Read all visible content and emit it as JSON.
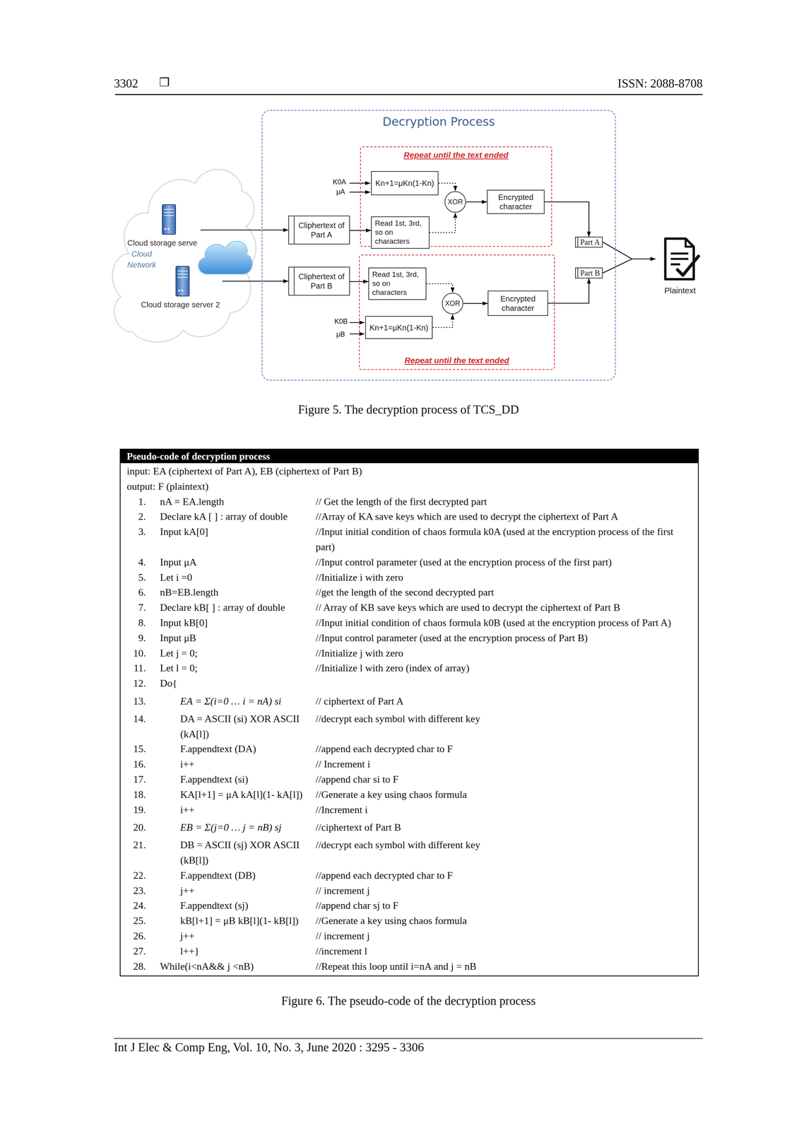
{
  "diagram": {
    "caption": "Figure 5. The decryption process of TCS_DD",
    "nodes": [
      {
        "text": [
          "Cloud storage serve"
        ]
      },
      {
        "text": [
          "Cloud storage server 2"
        ]
      },
      {
        "text": [
          "Decryption Process"
        ]
      },
      {
        "text": [
          "Repeat until the text ended"
        ],
        "in": 2
      },
      {
        "text": [
          "Kn+1=μKn(1-Kn)"
        ],
        "in": 3
      },
      {
        "text": [
          "Read 1st, 3rd, so on characters"
        ],
        "in": 3
      },
      {
        "text": [
          "XOR"
        ],
        "in": 3
      },
      {
        "text": [
          "Encrypted character"
        ],
        "in": 3
      },
      {
        "text": [
          "Cliphertext of Part A"
        ],
        "in": 2
      },
      {
        "text": [
          "Cliphertext of Part B"
        ],
        "in": 2
      },
      {
        "text": [
          "Repeat until the text ended"
        ],
        "in": 2
      },
      {
        "text": [
          "Read 1st, 3rd, so on characters"
        ],
        "in": 10
      },
      {
        "text": [
          "XOR"
        ],
        "in": 10
      },
      {
        "text": [
          "Encrypted character"
        ],
        "in": 10
      },
      {
        "text": [
          "Kn+1=μKn(1-Kn)"
        ],
        "in": 10
      },
      {
        "text": [
          "Part A"
        ],
        "in": 2
      },
      {
        "text": [
          "Part B"
        ],
        "in": 2
      },
      {
        "text": [
          "Plaintext"
        ]
      }
    ],
    "edges": [
      {
        "from": 0,
        "to": 8,
        "arrow": "to"
      },
      {
        "from": 1,
        "to": 9,
        "arrow": "to"
      },
      {
        "from": 8,
        "to": 5,
        "arrow": "to"
      },
      {
        "from": 9,
        "to": 11,
        "arrow": "to"
      },
      {
        "from": 4,
        "to": 6,
        "arrow": "to"
      },
      {
        "from": 5,
        "to": 6,
        "arrow": "to"
      },
      {
        "from": 6,
        "to": 7,
        "arrow": "to"
      },
      {
        "from": 7,
        "to": 15,
        "arrow": "to"
      },
      {
        "from": 11,
        "to": 12,
        "arrow": "to"
      },
      {
        "from": 14,
        "to": 12,
        "arrow": "to"
      },
      {
        "from": 12,
        "to": 13,
        "arrow": "to"
      },
      {
        "from": 13,
        "to": 16,
        "arrow": "to"
      },
      {
        "from": 15,
        "to": 17,
        "arrow": "to"
      },
      {
        "from": 16,
        "to": 17,
        "arrow": "to"
      }
    ],
    "labels": [
      "3302",
      "❒",
      "ISSN: 2088-8708",
      "Cloud Network",
      "K0A",
      "μA",
      "K0B",
      "μB",
      "Pseudo-code of decryption process",
      "input: EA (ciphertext of Part A), EB (ciphertext of Part B)",
      "output: F (plaintext)",
      "1.",
      "nA = EA.length",
      "// Get the length of the first decrypted part",
      "2.",
      "Declare kA [ ] : array of double",
      "//Array of KA save keys which are used to decrypt the ciphertext of Part A",
      "3.",
      "Input kA[0]",
      "//Input initial condition of chaos formula k0A (used at the encryption process of the first part)",
      "4.",
      "Input μA",
      "//Input control parameter (used at the encryption process of the first part)",
      "5.",
      "Let i =0",
      "//Initialize i with zero",
      "6.",
      "nB=EB.length",
      "//get the length of the second decrypted part",
      "7.",
      "Declare kB[ ] : array of double",
      "// Array of KB save keys which are used to decrypt the ciphertext of Part B",
      "8.",
      "Input kB[0]",
      "//Input initial condition of chaos formula k0B (used at the encryption process of Part A)",
      "9.",
      "Input μB",
      "//Input control parameter (used at the encryption process of Part B)",
      "10.",
      "Let j = 0;",
      "//Initialize j with zero",
      "11.",
      "Let l = 0;",
      "//Initialize l with zero (index of array)",
      "12.",
      "Do{",
      "13.",
      "EA = Σ(i=0 … i = nA) si",
      "// ciphertext of Part A",
      "14.",
      "DA = ASCII (si) XOR ASCII (kA[l])",
      "//decrypt each symbol with different key",
      "15.",
      "F.appendtext (DA)",
      "//append each decrypted char to F",
      "16.",
      "i++",
      "// Increment i",
      "17.",
      "F.appendtext (si)",
      "//append char si to F",
      "18.",
      "KA[l+1] = μA kA[l](1- kA[l])",
      "//Generate a key using chaos formula",
      "19.",
      "i++",
      "//Increment i",
      "20.",
      "EB = Σ(j=0 … j = nB) sj",
      "//ciphertext of Part B",
      "21.",
      "DB = ASCII (sj) XOR ASCII (kB[l])",
      "//decrypt each symbol with different key",
      "22.",
      "F.appendtext (DB)",
      "//append each decrypted char to F",
      "23.",
      "j++",
      "// increment j",
      "24.",
      "F.appendtext (sj)",
      "//append char sj to F",
      "25.",
      "kB[l+1] = μB kB[l](1- kB[l])",
      "//Generate a key using chaos formula",
      "26.",
      "j++",
      "// increment j",
      "27.",
      "l++}",
      "//increment l",
      "28.",
      "While(i<nA&& j <nB)",
      "//Repeat this loop until i=nA and j = nB",
      "Figure 6. The pseudo-code of the decryption process",
      "Int J Elec & Comp Eng, Vol. 10, No. 3, June 2020 : 3295 - 3306"
    ]
  }
}
